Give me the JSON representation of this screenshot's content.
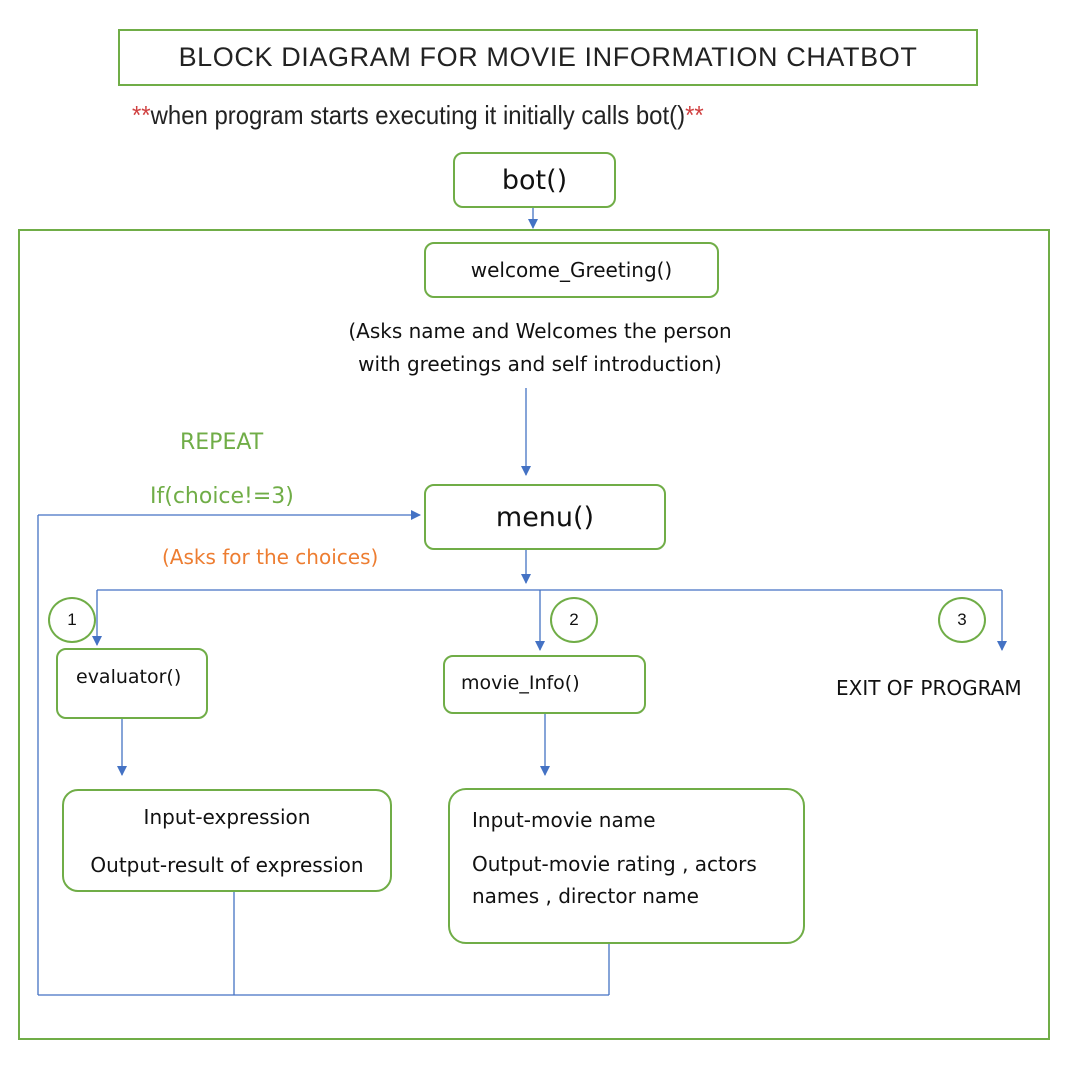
{
  "title": "BLOCK DIAGRAM FOR MOVIE INFORMATION CHATBOT",
  "note": {
    "prefix": "**",
    "text": "when program starts executing it initially calls bot()",
    "suffix": "**"
  },
  "nodes": {
    "bot": "bot()",
    "welcome": "welcome_Greeting()",
    "welcome_desc_line1": "(Asks name and Welcomes the person",
    "welcome_desc_line2": "with greetings and self introduction)",
    "menu": "menu()",
    "menu_desc": "(Asks for the choices)",
    "repeat": "REPEAT",
    "repeat_condition": "If(choice!=3)",
    "evaluator": "evaluator()",
    "movie_info": "movie_Info()",
    "exit": "EXIT OF PROGRAM",
    "evaluator_io": {
      "input": "Input-expression",
      "output": "Output-result of expression"
    },
    "movie_io": {
      "input": "Input-movie name",
      "output_line1": "Output-movie rating , actors",
      "output_line2": "names , director name"
    }
  },
  "choices": [
    "1",
    "2",
    "3"
  ],
  "colors": {
    "box_border": "#70ad47",
    "arrow": "#4472c4",
    "accent_green": "#70ad47",
    "accent_orange": "#ed7d31",
    "note_star": "#d04040"
  }
}
